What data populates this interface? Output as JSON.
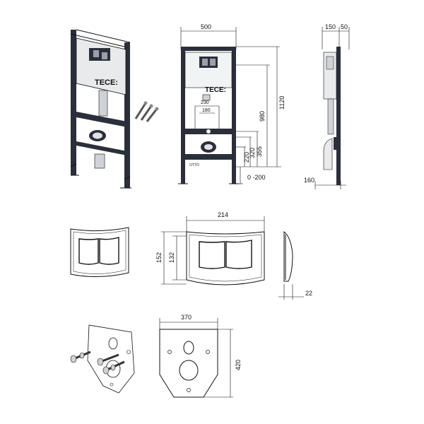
{
  "brand": {
    "logo_text": "TECE:",
    "label_small": "OTTO"
  },
  "dimensions": {
    "frame_width": "500",
    "frame_height": "1120",
    "frame_height_inner": "980",
    "depth_1": "150",
    "depth_2": "50",
    "depth_bottom": "160",
    "height_355": "355",
    "height_320": "320",
    "height_220": "220",
    "adjust_range": "0 -200",
    "pipe_230": "230",
    "pipe_180": "180",
    "plate_width": "214",
    "plate_height_outer": "152",
    "plate_height_inner": "132",
    "plate_depth": "22",
    "mat_width": "370",
    "mat_height": "420"
  },
  "colors": {
    "frame_dark": "#2b2f3a",
    "line": "#111111"
  }
}
